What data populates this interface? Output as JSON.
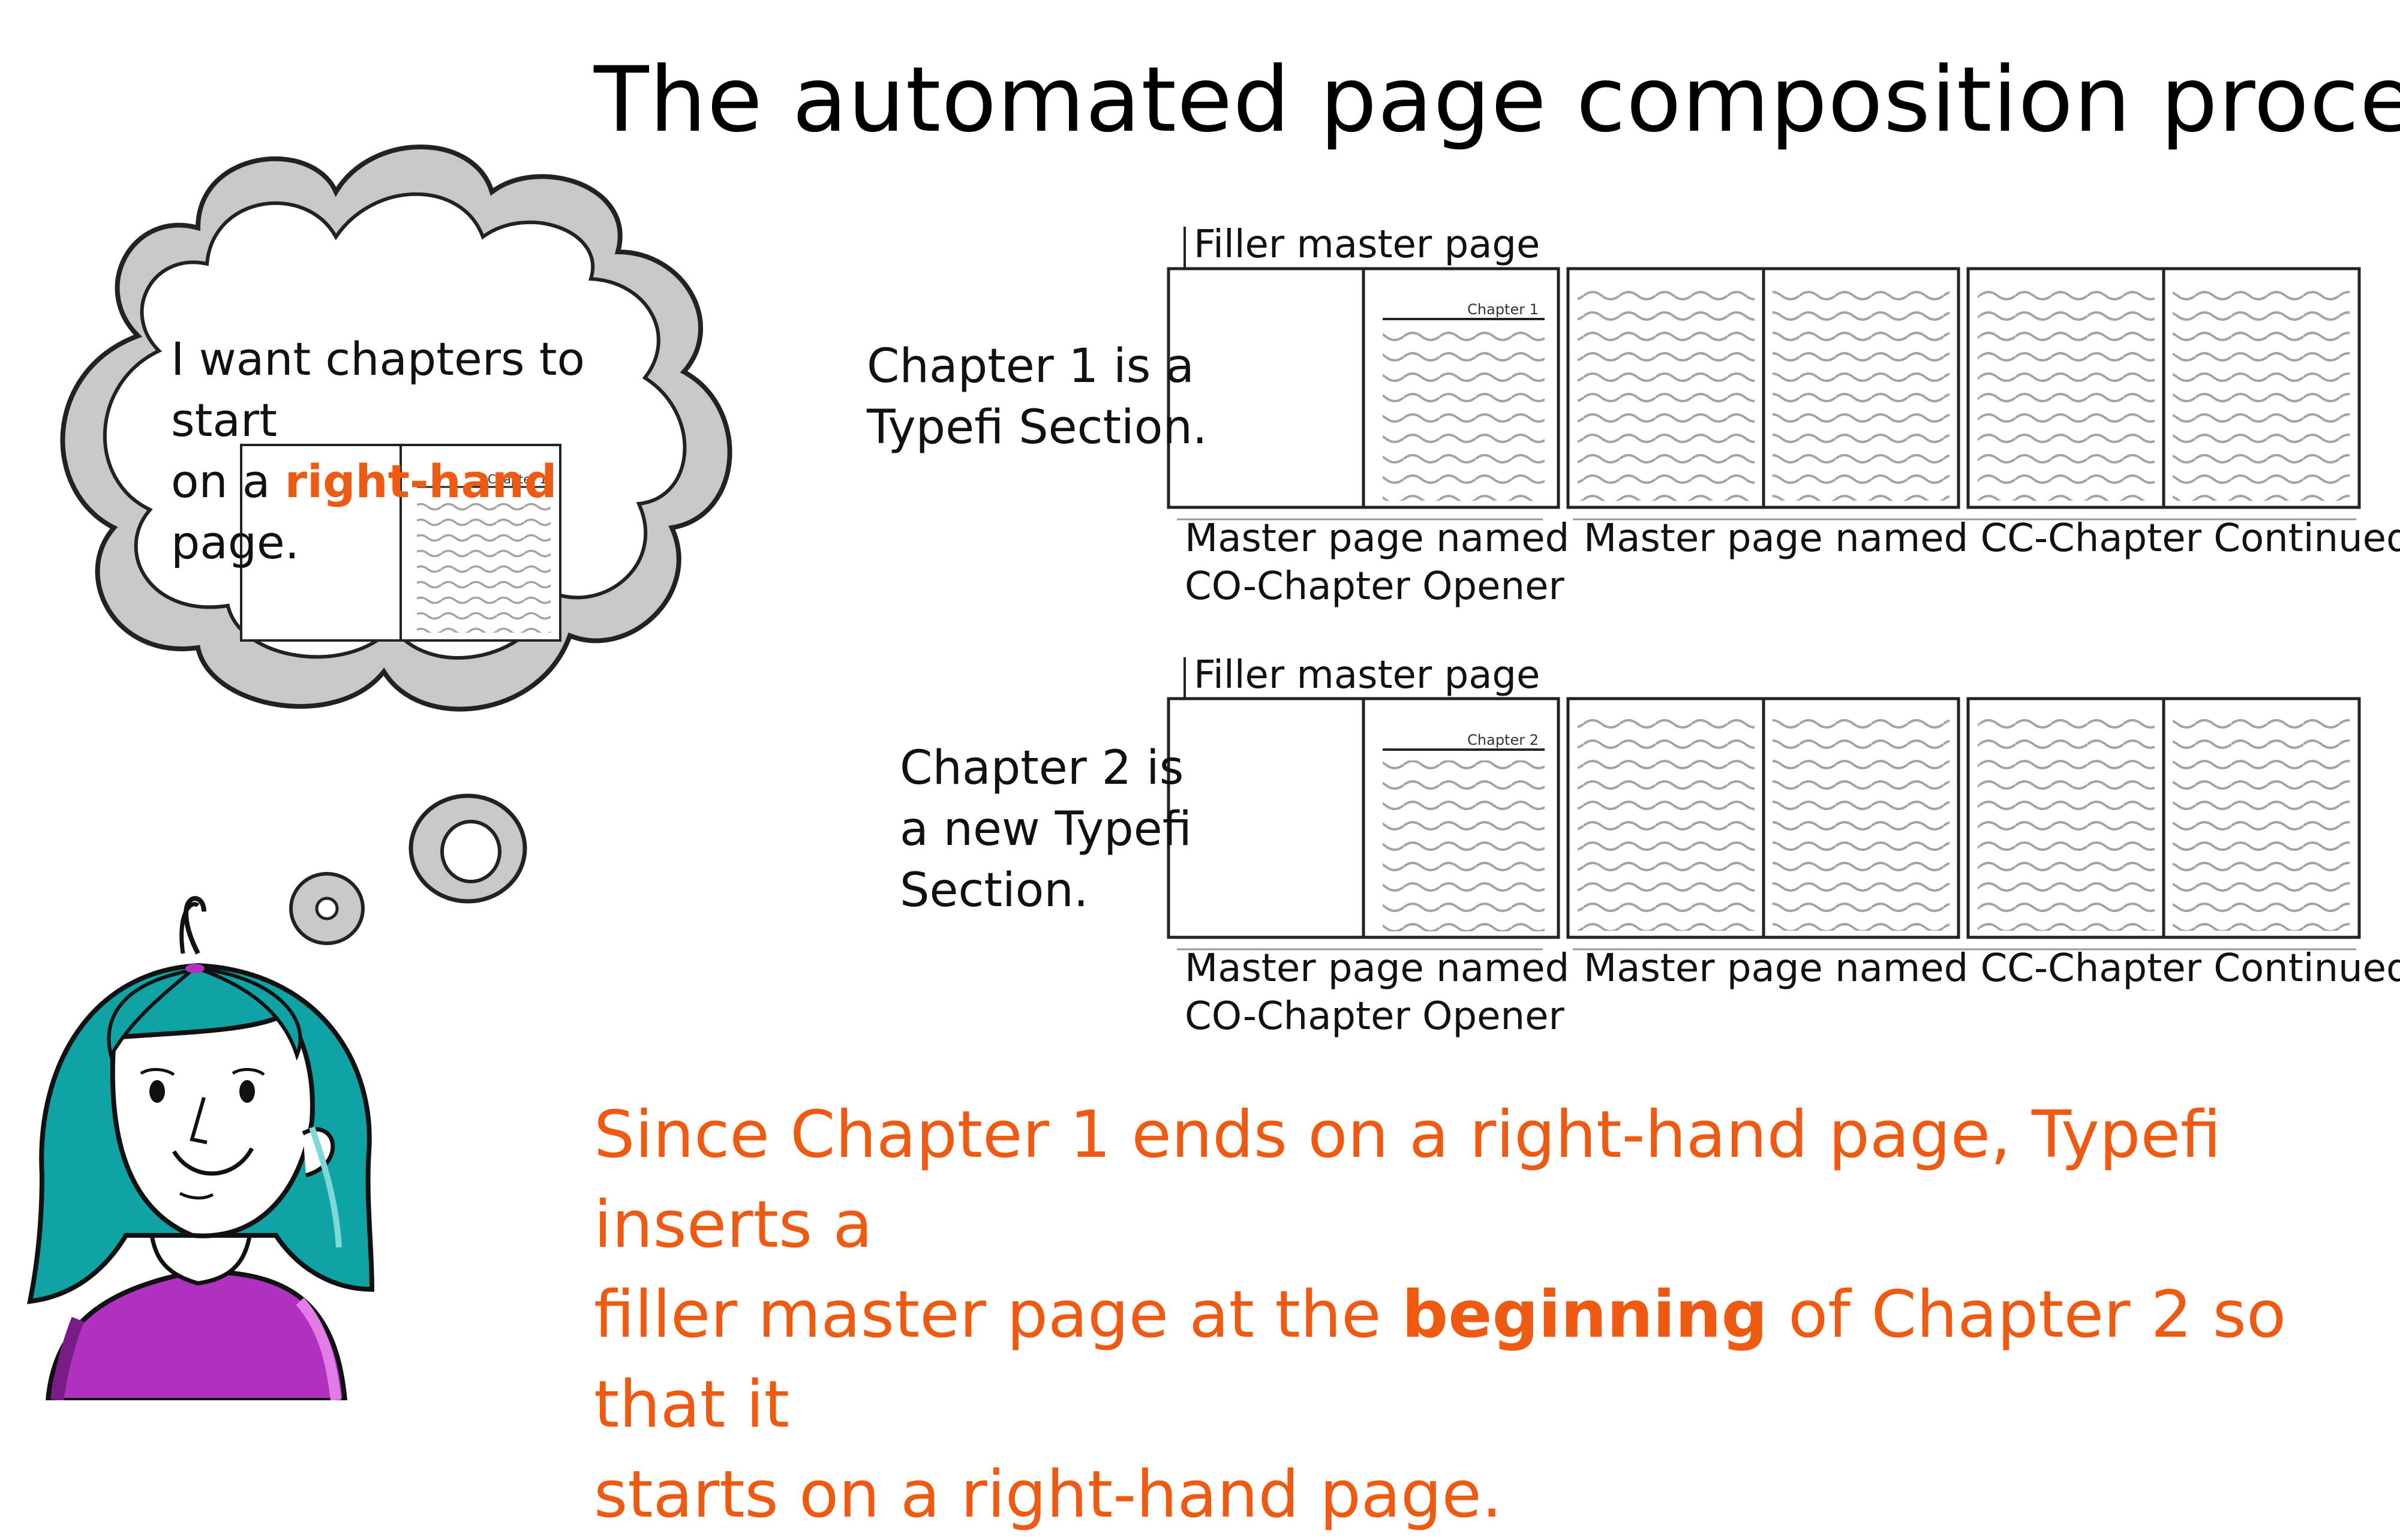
{
  "title": "The automated page composition process",
  "thought": {
    "line1": "I want chapters to start",
    "line2_pre": "on a ",
    "line2_highlight": "right-hand",
    "line2_post": " page.",
    "sketch_heading": "Chapter 1"
  },
  "row1": {
    "filler_label": "Filler master page",
    "section_line1": "Chapter 1 is a",
    "section_line2": "Typefi Section.",
    "opener_heading": "Chapter 1",
    "opener_caption_line1": "Master page named",
    "opener_caption_line2": "CO-Chapter Opener",
    "continued_caption": "Master page named CC-Chapter Continued"
  },
  "row2": {
    "filler_label": "Filler master page",
    "section_line1": "Chapter 2 is",
    "section_line2": "a new Typefi",
    "section_line3": "Section.",
    "opener_heading": "Chapter 2",
    "opener_caption_line1": "Master page named",
    "opener_caption_line2": "CO-Chapter Opener",
    "continued_caption": "Master page named CC-Chapter Continued"
  },
  "bottom": {
    "line1": "Since Chapter 1 ends on a right-hand page, Typefi inserts a",
    "line2_pre": "filler master page at the ",
    "line2_bold": "beginning",
    "line2_post": " of Chapter 2 so that it",
    "line3": "starts on a right-hand page."
  },
  "colors": {
    "accent": "#ee5a12",
    "cloud_fill": "#c8c8c8",
    "hair": "#0fa3a6",
    "shirt": "#b030c0"
  }
}
